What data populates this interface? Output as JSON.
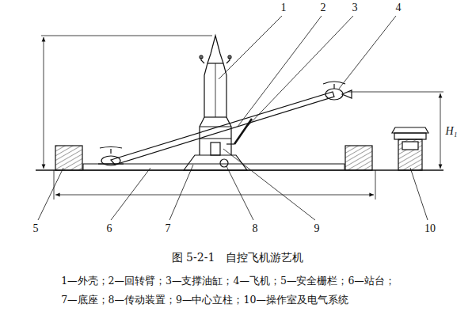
{
  "diagram": {
    "caption": "图 5-2-1　自控飞机游艺机",
    "labels": [
      "1",
      "2",
      "3",
      "4",
      "5",
      "6",
      "7",
      "8",
      "9",
      "10",
      "H₁",
      "1—外壳；2—回转臂；3—支撑油缸；4—飞机；5—安全栅栏；6—站台；",
      "7—底座；8—传动装置；9—中心立柱；10—操作室及电气系统"
    ]
  }
}
